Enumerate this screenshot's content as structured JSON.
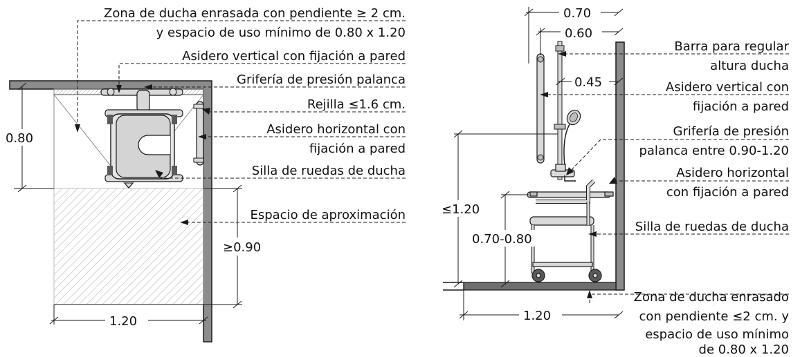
{
  "plan": {
    "callouts": [
      "Zona de ducha enrasada con pendiente ≥ 2 cm.",
      "y espacio de uso mínimo de 0.80 x 1.20",
      "Asidero vertical con fijación a pared",
      "Grifería de presión palanca",
      "Rejilla ≤1.6 cm.",
      "Asidero horizontal con",
      "fijación a pared",
      "Silla de ruedas de ducha",
      "Espacio de aproximación"
    ],
    "dims": {
      "depth": "0.80",
      "width": "1.20",
      "approach": "≥0.90"
    }
  },
  "elevation": {
    "callouts": [
      "Barra para regular",
      "altura ducha",
      "Asidero vertical con",
      "fijación a pared",
      "Grifería de presión",
      "palanca entre 0.90-1.20",
      "Asidero horizontal",
      "con fijación a pared",
      "Silla de ruedas de ducha",
      "Zona de ducha enrasado",
      "con pendiente ≤2 cm. y",
      "espacio de uso mínimo",
      "de 0.80 x 1.20"
    ],
    "dims": {
      "top_outer": "0.70",
      "top_inner": "0.60",
      "bar_offset": "0.45",
      "total_height": "≤1.20",
      "bar_height": "0.70-0.80",
      "width": "1.20"
    }
  },
  "colors": {
    "line": "#1a1a1a",
    "wall": "#8c8c8c",
    "floor": "#6e6e6e",
    "hatch": "#b5b5b5",
    "fixture": "#d9d9d9"
  }
}
